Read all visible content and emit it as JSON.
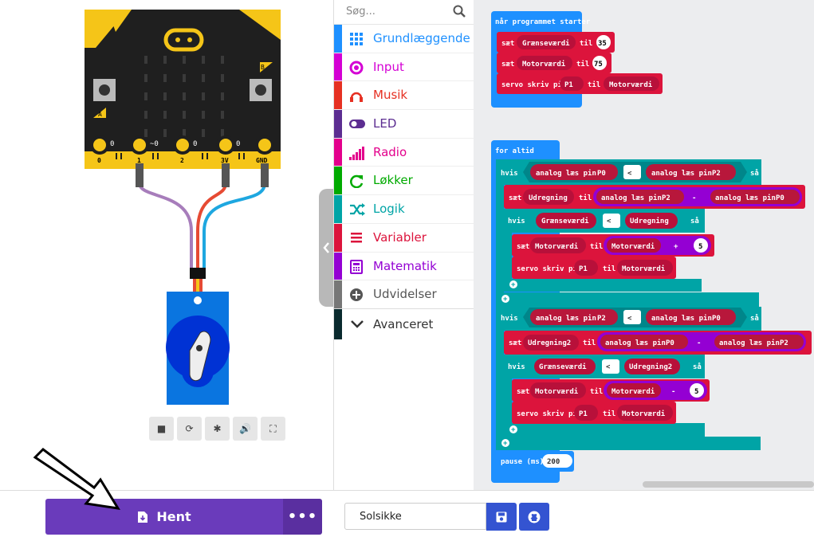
{
  "simulator": {
    "pins": [
      "0",
      "1",
      "2",
      "3V",
      "GND"
    ],
    "pin_values": [
      "0",
      "~0",
      "0",
      "0"
    ],
    "button_a": "A",
    "button_b": "B",
    "controls": [
      {
        "icon": "stop-icon",
        "glyph": "■"
      },
      {
        "icon": "restart-icon",
        "glyph": "⟳"
      },
      {
        "icon": "debug-icon",
        "glyph": "✱"
      },
      {
        "icon": "sound-icon",
        "glyph": "🔊"
      },
      {
        "icon": "fullscreen-icon",
        "glyph": "⛶"
      }
    ]
  },
  "toolbox": {
    "search_placeholder": "Søg...",
    "categories": [
      {
        "label": "Grundlæggende",
        "color": "#1e90ff",
        "icon": "grid-icon"
      },
      {
        "label": "Input",
        "color": "#d400d4",
        "icon": "input-icon"
      },
      {
        "label": "Musik",
        "color": "#e63022",
        "icon": "headphones-icon"
      },
      {
        "label": "LED",
        "color": "#5c2d91",
        "icon": "toggle-icon"
      },
      {
        "label": "Radio",
        "color": "#e3008c",
        "icon": "signal-icon"
      },
      {
        "label": "Løkker",
        "color": "#00aa00",
        "icon": "loop-icon"
      },
      {
        "label": "Logik",
        "color": "#00a4a6",
        "icon": "shuffle-icon"
      },
      {
        "label": "Variabler",
        "color": "#dc143c",
        "icon": "list-icon"
      },
      {
        "label": "Matematik",
        "color": "#9400d3",
        "icon": "calculator-icon"
      },
      {
        "label": "Udvidelser",
        "color": "#777777",
        "icon": "plus-circle-icon"
      }
    ],
    "advanced_label": "Avanceret"
  },
  "blocks": {
    "on_start": "når programmet starter",
    "set": "sæt",
    "to": "til",
    "var_threshold": "Grænseværdi",
    "var_motor": "Motorværdi",
    "var_diff": "Udregning",
    "var_diff2": "Udregning2",
    "val_35": "35",
    "val_75": "75",
    "val_5": "5",
    "servo_write": "servo skriv pin",
    "pin_p1": "P1",
    "pin_p0": "P0",
    "pin_p2": "P2",
    "forever": "for altid",
    "if": "hvis",
    "then": "så",
    "analog_read": "analog læs pin",
    "op_lt": "<",
    "op_minus": "-",
    "op_plus": "+",
    "pause": "pause (ms)",
    "pause_value": "200"
  },
  "bottom": {
    "download_label": "Hent",
    "more_label": "•••",
    "project_name": "Solsikke"
  },
  "colors": {
    "variables": "#dc143c",
    "logic": "#00a4a6",
    "basic": "#1e90ff",
    "math": "#9400d3",
    "pins": "#b8173b",
    "download": "#6a3bbb",
    "save": "#3454d1"
  }
}
